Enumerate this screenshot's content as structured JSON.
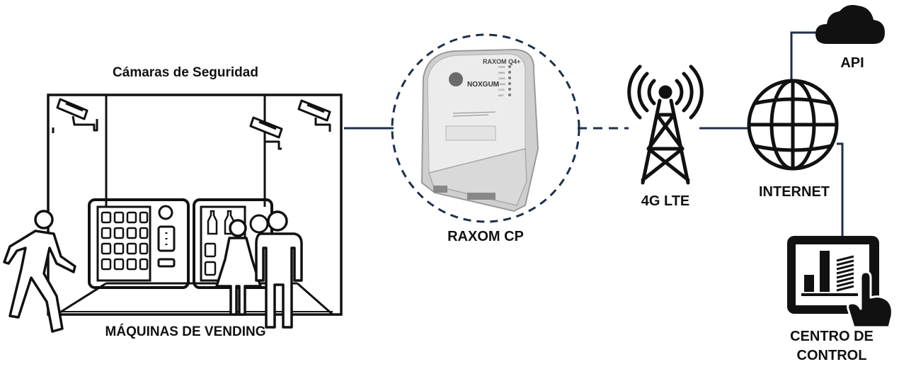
{
  "labels": {
    "cameras": "Cámaras de Seguridad",
    "vending": "MÁQUINAS DE VENDING",
    "device": "RAXOM CP",
    "lte": "4G LTE",
    "internet": "INTERNET",
    "api": "API",
    "control_line1": "CENTRO DE",
    "control_line2": "CONTROL"
  },
  "device": {
    "brand": "RAXOM Q4+",
    "maker": "NOXGUM",
    "leds": [
      "PWR",
      "WAN",
      "LAN1",
      "LAN2",
      "CVG",
      "NET"
    ]
  },
  "colors": {
    "link": "#1d2f4b",
    "ink": "#111111"
  },
  "icons": [
    "security-camera-icon",
    "vending-machine-icon",
    "person-icon",
    "router-device",
    "cell-tower-icon",
    "globe-icon",
    "cloud-icon",
    "tablet-chart-icon",
    "hand-pointer-icon"
  ]
}
